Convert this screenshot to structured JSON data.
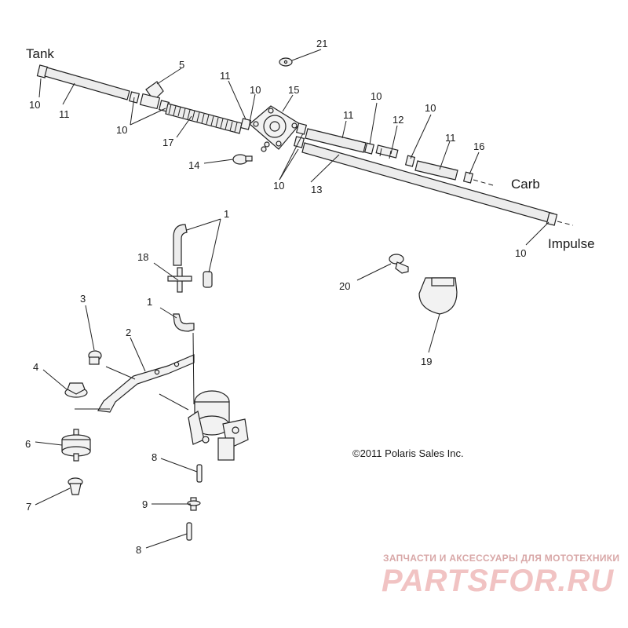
{
  "diagram": {
    "text_labels": {
      "tank": "Tank",
      "carb": "Carb",
      "impulse": "Impulse"
    },
    "callouts": {
      "c1a": "1",
      "c1b": "1",
      "c2": "2",
      "c3": "3",
      "c4": "4",
      "c5": "5",
      "c6": "6",
      "c7": "7",
      "c8a": "8",
      "c8b": "8",
      "c9": "9",
      "c10a": "10",
      "c10b": "10",
      "c10c": "10",
      "c10d": "10",
      "c10e": "10",
      "c10f": "10",
      "c10g": "10",
      "c11a": "11",
      "c11b": "11",
      "c11c": "11",
      "c11d": "11",
      "c12": "12",
      "c13": "13",
      "c14": "14",
      "c15": "15",
      "c16": "16",
      "c17": "17",
      "c18": "18",
      "c19": "19",
      "c20": "20",
      "c21": "21"
    },
    "copyright": "©2011 Polaris Sales Inc."
  },
  "watermark": {
    "tagline": "ЗАПЧАСТИ И АКСЕССУАРЫ ДЛЯ МОТОТЕХНИКИ",
    "logo": "PARTSFOR.RU"
  }
}
